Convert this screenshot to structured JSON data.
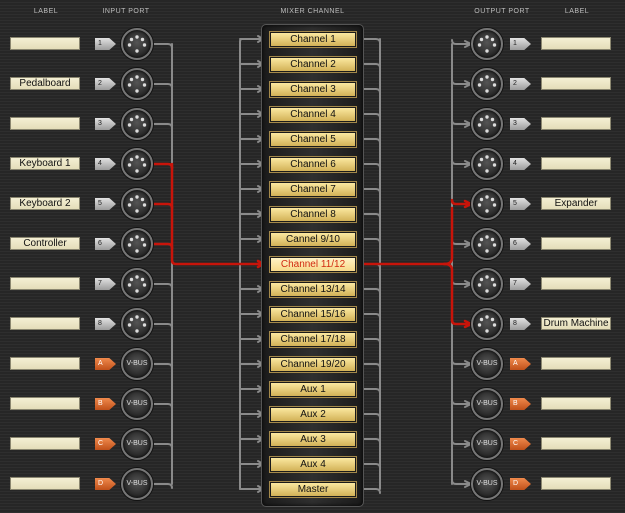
{
  "headers": {
    "label_left": "LABEL",
    "input_port": "INPUT PORT",
    "mixer_channel": "MIXER CHANNEL",
    "output_port": "OUTPUT PORT",
    "label_right": "LABEL"
  },
  "inputs": [
    {
      "label": "",
      "port": "1",
      "type": "midi"
    },
    {
      "label": "Pedalboard",
      "port": "2",
      "type": "midi"
    },
    {
      "label": "",
      "port": "3",
      "type": "midi"
    },
    {
      "label": "Keyboard 1",
      "port": "4",
      "type": "midi"
    },
    {
      "label": "Keyboard 2",
      "port": "5",
      "type": "midi"
    },
    {
      "label": "Controller",
      "port": "6",
      "type": "midi"
    },
    {
      "label": "",
      "port": "7",
      "type": "midi"
    },
    {
      "label": "",
      "port": "8",
      "type": "midi"
    },
    {
      "label": "",
      "port": "A",
      "type": "vbus",
      "jack_text": "V-BUS"
    },
    {
      "label": "",
      "port": "B",
      "type": "vbus",
      "jack_text": "V-BUS"
    },
    {
      "label": "",
      "port": "C",
      "type": "vbus",
      "jack_text": "V-BUS"
    },
    {
      "label": "",
      "port": "D",
      "type": "vbus",
      "jack_text": "V-BUS"
    }
  ],
  "outputs": [
    {
      "label": "",
      "port": "1",
      "type": "midi"
    },
    {
      "label": "",
      "port": "2",
      "type": "midi"
    },
    {
      "label": "",
      "port": "3",
      "type": "midi"
    },
    {
      "label": "",
      "port": "4",
      "type": "midi"
    },
    {
      "label": "Expander",
      "port": "5",
      "type": "midi"
    },
    {
      "label": "",
      "port": "6",
      "type": "midi"
    },
    {
      "label": "",
      "port": "7",
      "type": "midi"
    },
    {
      "label": "Drum Machine",
      "port": "8",
      "type": "midi"
    },
    {
      "label": "",
      "port": "A",
      "type": "vbus",
      "jack_text": "V-BUS"
    },
    {
      "label": "",
      "port": "B",
      "type": "vbus",
      "jack_text": "V-BUS"
    },
    {
      "label": "",
      "port": "C",
      "type": "vbus",
      "jack_text": "V-BUS"
    },
    {
      "label": "",
      "port": "D",
      "type": "vbus",
      "jack_text": "V-BUS"
    }
  ],
  "channels": [
    "Channel 1",
    "Channel 2",
    "Channel 3",
    "Channel 4",
    "Channel 5",
    "Channel 6",
    "Channel 7",
    "Channel 8",
    "Cannel 9/10",
    "Channel 11/12",
    "Channel 13/14",
    "Channel 15/16",
    "Channel 17/18",
    "Channel 19/20",
    "Aux 1",
    "Aux 2",
    "Aux 3",
    "Aux 4",
    "Master"
  ],
  "selected_channel": 9,
  "routed_inputs": [
    3,
    4,
    5
  ],
  "routed_outputs": [
    4,
    7
  ],
  "colors": {
    "route_active": "#c8140a",
    "route_idle": "#8a8a8a",
    "label_bg": "#f2edd0",
    "channel_bg": "#f0d27a",
    "vbus_tag": "#e06a2a"
  }
}
